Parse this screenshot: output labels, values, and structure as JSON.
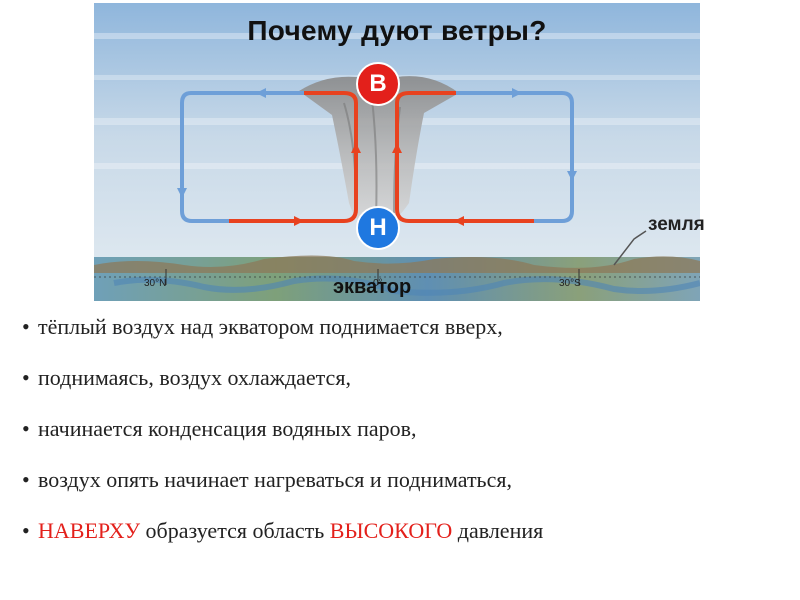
{
  "figure": {
    "title": "Почему дуют ветры?",
    "high_badge": "В",
    "low_badge": "Н",
    "ground_label": "земля",
    "equator_label": "экватор",
    "lat_left": "30°N",
    "lat_center": "0°",
    "lat_right": "30°S",
    "colors": {
      "warm": "#e8421f",
      "cold": "#6e9fd8",
      "badge_high": "#e3201b",
      "badge_low": "#1f78e0"
    }
  },
  "bullets": [
    {
      "parts": [
        {
          "text": "тёплый воздух над экватором поднимается вверх,",
          "red": false
        }
      ]
    },
    {
      "parts": [
        {
          "text": "поднимаясь, воздух охлаждается,",
          "red": false
        }
      ]
    },
    {
      "parts": [
        {
          "text": "начинается конденсация водяных паров,",
          "red": false
        }
      ]
    },
    {
      "parts": [
        {
          "text": "воздух опять начинает нагреваться и подниматься,",
          "red": false
        }
      ]
    },
    {
      "parts": [
        {
          "text": "НАВЕРХУ",
          "red": true
        },
        {
          "text": " образуется область ",
          "red": false
        },
        {
          "text": "ВЫСОКОГО",
          "red": true
        },
        {
          "text": " давления",
          "red": false
        }
      ]
    }
  ]
}
